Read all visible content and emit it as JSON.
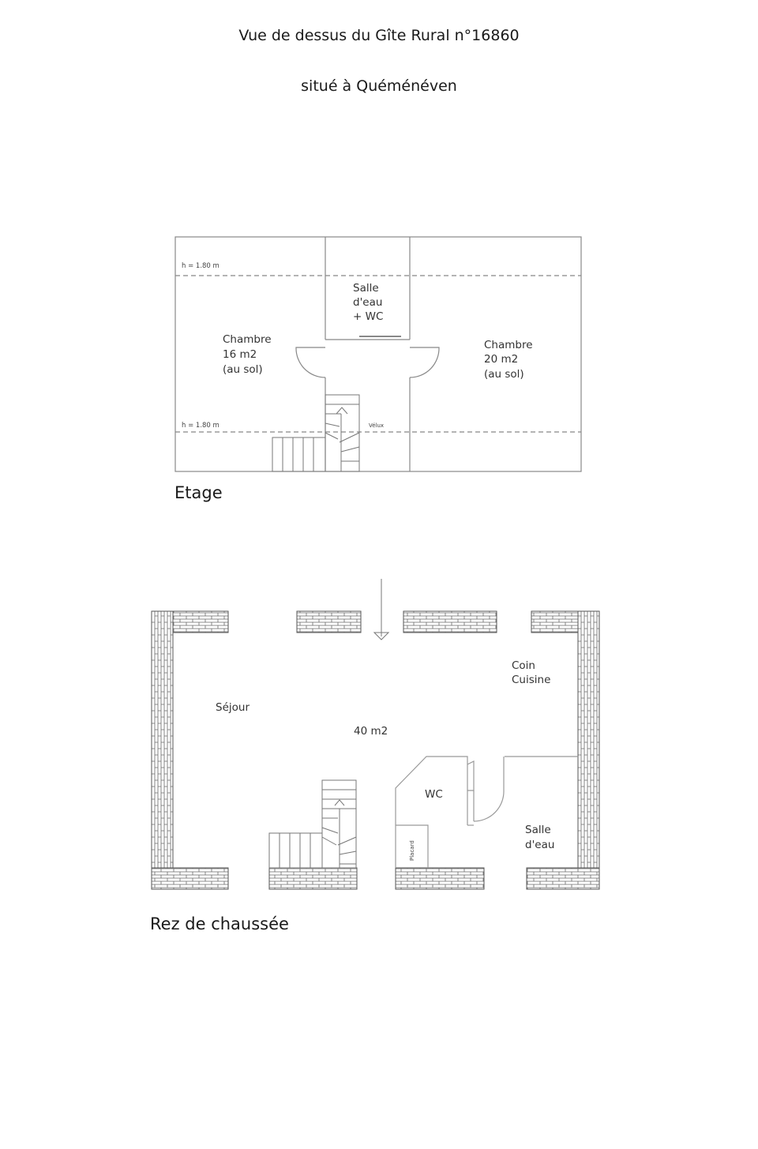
{
  "header": {
    "title": "Vue de dessus du Gîte Rural n°16860",
    "subtitle": "situé à Quéménéven"
  },
  "etage": {
    "label": "Etage",
    "height_top": "h = 1.80 m",
    "height_bottom": "h = 1.80 m",
    "velux": "Vélux",
    "chambre_left": {
      "line1": "Chambre",
      "line2": "16 m2",
      "line3": "(au sol)"
    },
    "chambre_right": {
      "line1": "Chambre",
      "line2": "20 m2",
      "line3": "(au sol)"
    },
    "salle_eau": {
      "line1": "Salle",
      "line2": "d'eau",
      "line3": "+ WC"
    }
  },
  "rdc": {
    "label": "Rez de chaussée",
    "sejour": "Séjour",
    "area": "40 m2",
    "coin_cuisine": {
      "line1": "Coin",
      "line2": "Cuisine"
    },
    "wc": "WC",
    "placard": "Placard",
    "salle_eau": {
      "line1": "Salle",
      "line2": "d'eau"
    }
  }
}
